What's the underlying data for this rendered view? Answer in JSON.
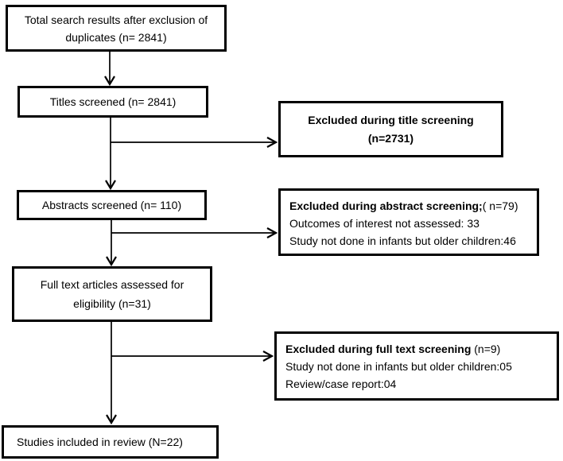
{
  "diagram": {
    "type": "flowchart",
    "description": "Systematic review study selection (PRISMA-style) flow diagram",
    "colors": {
      "background": "#ffffff",
      "box_border": "#000000",
      "text": "#000000",
      "arrow": "#000000"
    },
    "main_boxes": [
      {
        "id": "total",
        "lines": [
          "Total search results after exclusion of",
          "duplicates (n= 2841)"
        ]
      },
      {
        "id": "titles",
        "lines": [
          "Titles screened (n= 2841)"
        ]
      },
      {
        "id": "abstracts",
        "lines": [
          "Abstracts screened (n= 110)"
        ]
      },
      {
        "id": "fulltext",
        "lines": [
          "Full text articles assessed for",
          "eligibility (n=31)"
        ]
      },
      {
        "id": "included",
        "lines": [
          "Studies included in review (N=22)"
        ]
      }
    ],
    "exclusion_boxes": [
      {
        "id": "title-screening",
        "title": "Excluded during title screening",
        "count": "(n=2731)",
        "details": []
      },
      {
        "id": "abstract-screening",
        "title": "Excluded during abstract screening;",
        "count": "( n=79)",
        "details": [
          "Outcomes of interest not assessed: 33",
          "Study not done in infants but older children:46"
        ]
      },
      {
        "id": "fulltext-screening",
        "title": "Excluded during full text screening",
        "count": " (n=9)",
        "details": [
          "Study not done in infants but older children:05",
          "Review/case report:04"
        ]
      }
    ]
  }
}
